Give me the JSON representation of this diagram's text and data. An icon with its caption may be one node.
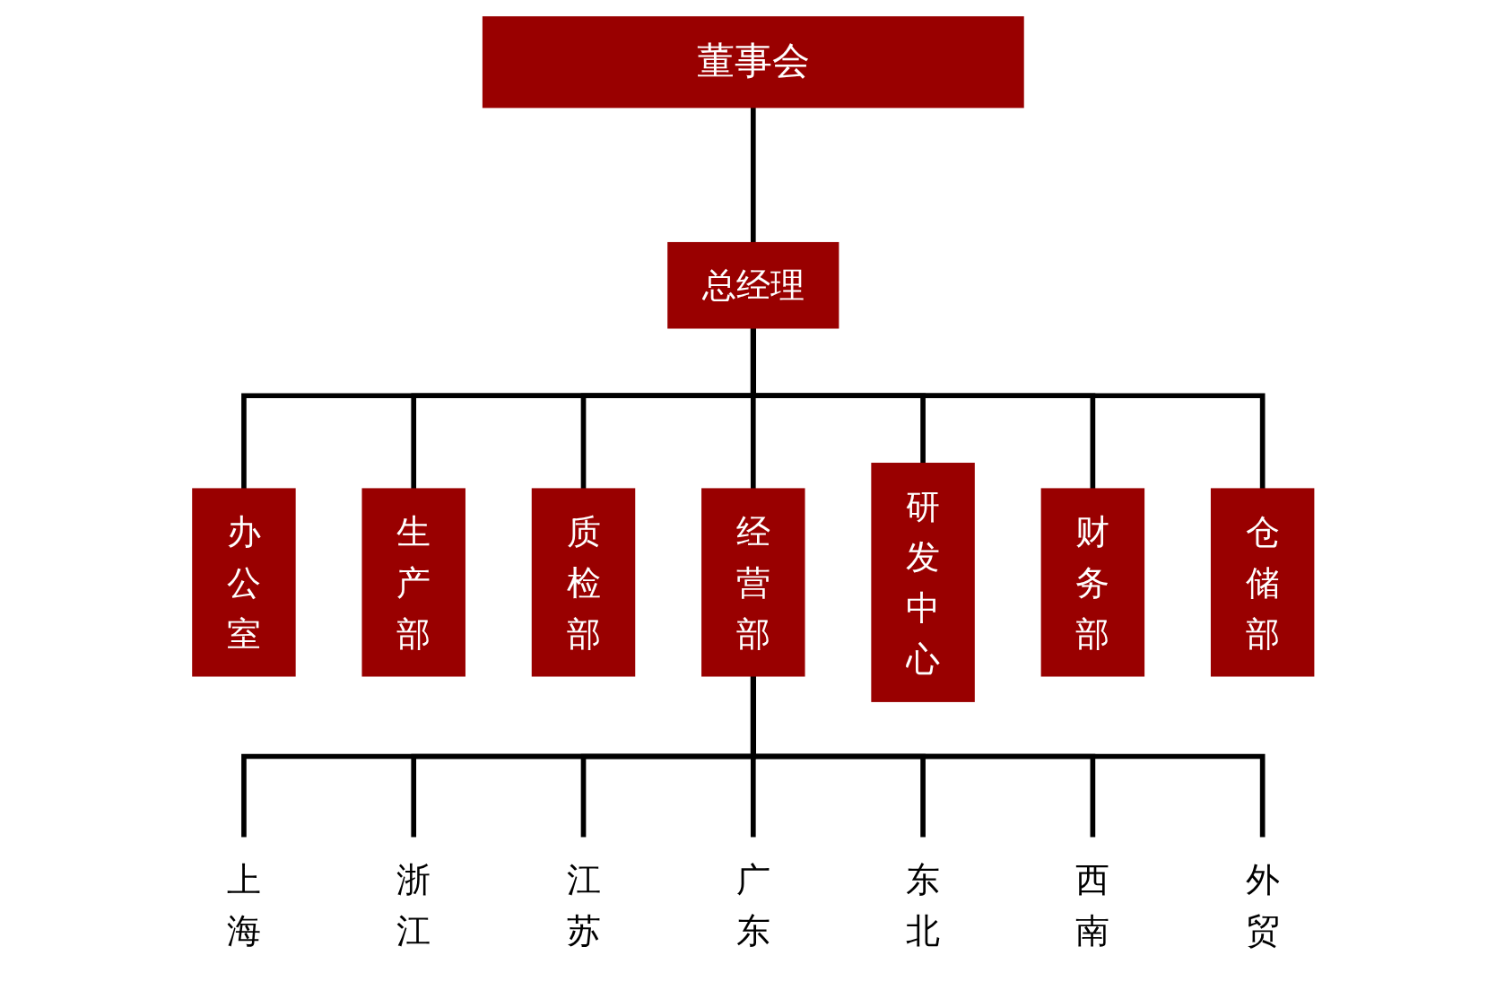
{
  "diagram": {
    "nodes": [
      {
        "text": [
          "董事会"
        ]
      },
      {
        "text": [
          "总经理"
        ]
      },
      {
        "text": [
          "办公室"
        ]
      },
      {
        "text": [
          "生产部"
        ]
      },
      {
        "text": [
          "质检部"
        ]
      },
      {
        "text": [
          "经营部"
        ]
      },
      {
        "text": [
          "研发中心"
        ]
      },
      {
        "text": [
          "财务部"
        ]
      },
      {
        "text": [
          "仓储部"
        ]
      },
      {
        "text": [
          "上海"
        ]
      },
      {
        "text": [
          "浙江"
        ]
      },
      {
        "text": [
          "江苏"
        ]
      },
      {
        "text": [
          "广东"
        ]
      },
      {
        "text": [
          "东北"
        ]
      },
      {
        "text": [
          "西南"
        ]
      },
      {
        "text": [
          "外贸"
        ]
      }
    ],
    "edges": [
      {
        "from": 0,
        "to": 1,
        "arrow": "none"
      },
      {
        "from": 1,
        "to": 2,
        "arrow": "none"
      },
      {
        "from": 1,
        "to": 3,
        "arrow": "none"
      },
      {
        "from": 1,
        "to": 4,
        "arrow": "none"
      },
      {
        "from": 1,
        "to": 5,
        "arrow": "none"
      },
      {
        "from": 1,
        "to": 6,
        "arrow": "none"
      },
      {
        "from": 1,
        "to": 7,
        "arrow": "none"
      },
      {
        "from": 1,
        "to": 8,
        "arrow": "none"
      },
      {
        "from": 5,
        "to": 9,
        "arrow": "none"
      },
      {
        "from": 5,
        "to": 10,
        "arrow": "none"
      },
      {
        "from": 5,
        "to": 11,
        "arrow": "none"
      },
      {
        "from": 5,
        "to": 12,
        "arrow": "none"
      },
      {
        "from": 5,
        "to": 13,
        "arrow": "none"
      },
      {
        "from": 5,
        "to": 14,
        "arrow": "none"
      },
      {
        "from": 5,
        "to": 15,
        "arrow": "none"
      }
    ]
  }
}
